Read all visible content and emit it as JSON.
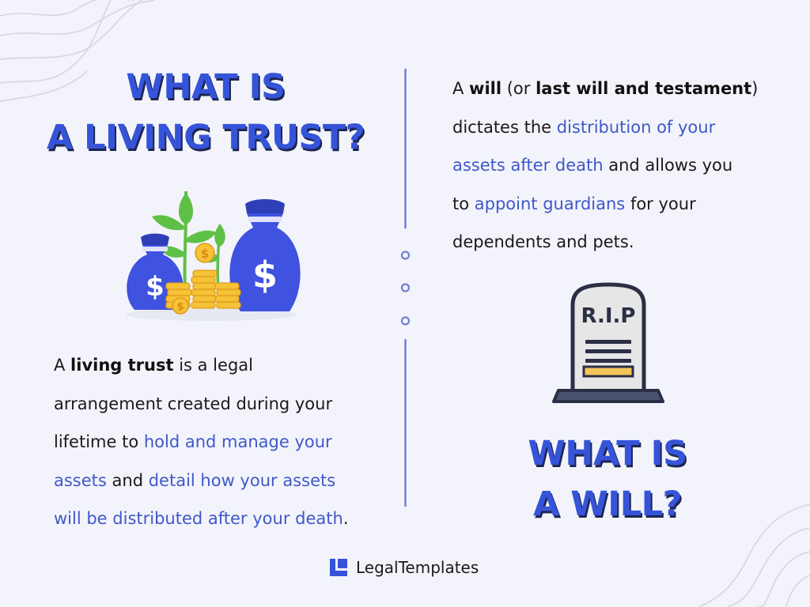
{
  "colors": {
    "background": "#f3f4fb",
    "heading": "#3654d9",
    "heading_shadow": "#1c2652",
    "highlight": "#3f58c9",
    "divider": "#6f7fd6",
    "bag": "#3f52e0",
    "coin": "#f6c236",
    "leaf": "#5fc046",
    "tombstone": "#e6e6e6",
    "tomb_base": "#4a546e"
  },
  "left": {
    "title_line1": "WHAT IS",
    "title_line2": "A LIVING TRUST?",
    "illustration_icon": "money-bags-plant-icon",
    "para": {
      "l1_a": "A ",
      "l1_bold": "living trust",
      "l1_b": " is a legal",
      "l2": "arrangement created during your",
      "l3_a": "lifetime to ",
      "l3_hl": "hold and manage your",
      "l4_hl1": "assets",
      "l4_mid": " and ",
      "l4_hl2": "detail how your assets",
      "l5_hl": "will be distributed after your death",
      "l5_end": "."
    }
  },
  "right": {
    "para": {
      "l1_a": "A ",
      "l1_bold1": "will",
      "l1_b": " (or ",
      "l1_bold2": "last will and testament",
      "l1_c": ")",
      "l2_a": "dictates the ",
      "l2_hl": "distribution of your",
      "l3_hl": "assets after death",
      "l3_b": " and allows you",
      "l4_a": "to ",
      "l4_hl": "appoint guardians",
      "l4_b": " for your",
      "l5": "dependents and pets."
    },
    "tombstone_text": "R.I.P",
    "illustration_icon": "tombstone-icon",
    "title_line1": "WHAT IS",
    "title_line2": "A WILL?"
  },
  "footer": {
    "logo_icon": "legaltemplates-logo-icon",
    "brand": "LegalTemplates"
  }
}
